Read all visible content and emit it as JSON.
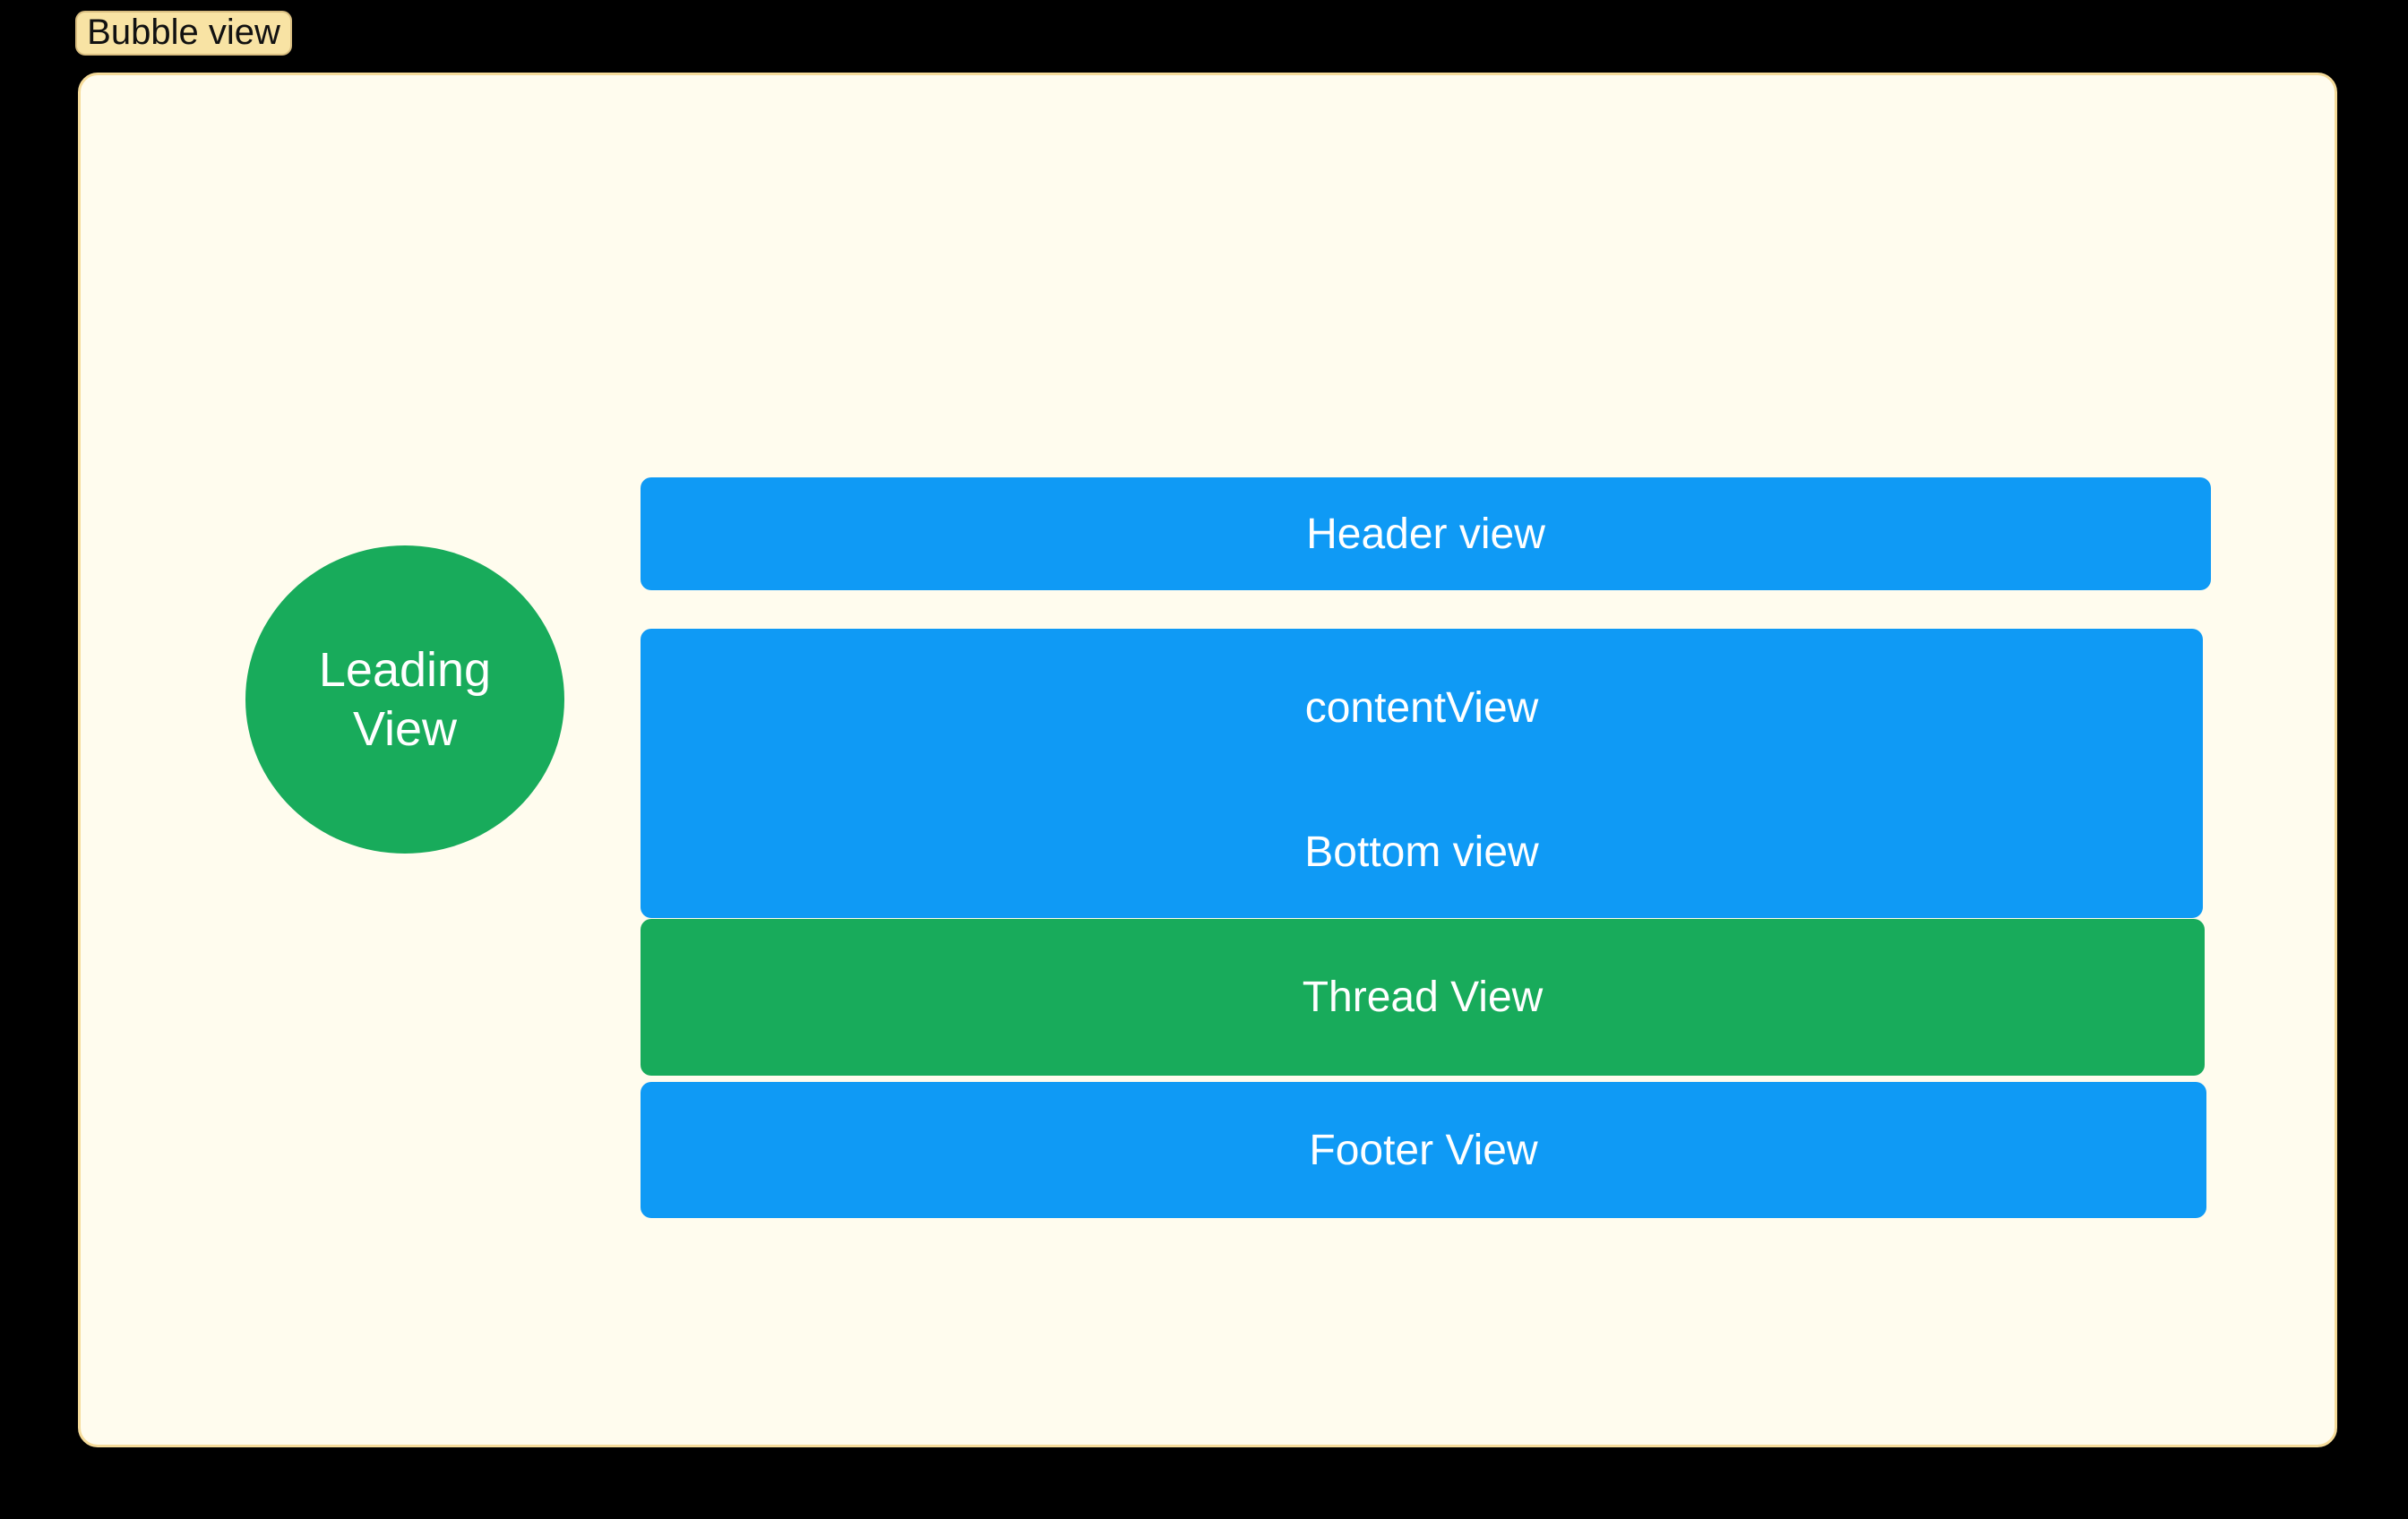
{
  "badge": {
    "label": "Bubble view"
  },
  "canvas": {
    "description": "bubble-layout-preview"
  },
  "views": {
    "leading": {
      "line1": "Leading",
      "line2": "View"
    },
    "header": {
      "label": "Header view"
    },
    "content": {
      "label": "contentView"
    },
    "bottom": {
      "label": "Bottom view"
    },
    "thread": {
      "label": "Thread View"
    },
    "footer": {
      "label": "Footer View"
    }
  },
  "colors": {
    "page_background": "#000000",
    "canvas_background": "#FFFCEE",
    "canvas_border": "#F5DB9A",
    "badge_background": "#F8E3A4",
    "badge_border": "#D8BD80",
    "badge_text": "#111111",
    "view_blue": "#0F9AF5",
    "view_green": "#18AB5B",
    "view_text": "#FFFFFF"
  }
}
